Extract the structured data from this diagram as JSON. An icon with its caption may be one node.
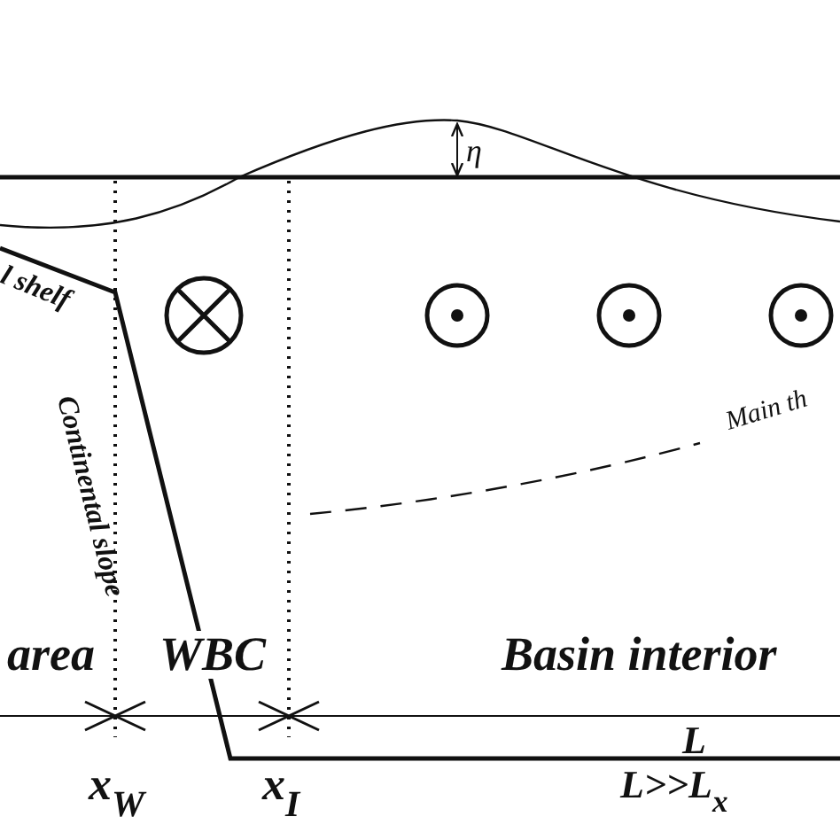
{
  "diagram": {
    "labels": [
      "η",
      "l shelf",
      "Continental slope",
      "Main th",
      "area",
      "WBC",
      "Basin interior",
      "L",
      "x$_{W}$",
      "x$_{I}$",
      "L>>L$_{x}$"
    ]
  }
}
